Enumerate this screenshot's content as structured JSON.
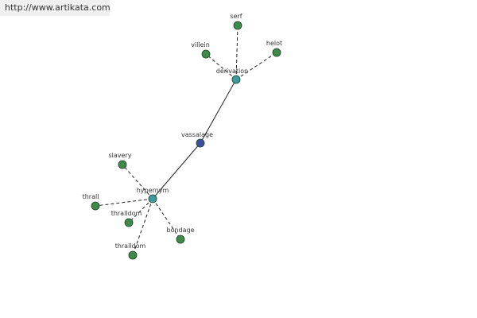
{
  "header": {
    "source_url": "http://www.artikata.com"
  },
  "colors": {
    "center_node": "#3f4f9e",
    "relation_node": "#3f9aa0",
    "term_node": "#3e8a4a",
    "node_stroke": "#1f3f27",
    "edge": "#222222"
  },
  "graph": {
    "nodes": [
      {
        "id": "vassalage",
        "label": "vassalage",
        "kind": "center"
      },
      {
        "id": "derivation",
        "label": "derivation",
        "kind": "relation"
      },
      {
        "id": "hypernym",
        "label": "hypernym",
        "kind": "relation"
      },
      {
        "id": "serf",
        "label": "serf",
        "kind": "term"
      },
      {
        "id": "villein",
        "label": "villein",
        "kind": "term"
      },
      {
        "id": "helot",
        "label": "helot",
        "kind": "term"
      },
      {
        "id": "slavery",
        "label": "slavery",
        "kind": "term"
      },
      {
        "id": "thrall",
        "label": "thrall",
        "kind": "term"
      },
      {
        "id": "thralldom1",
        "label": "thralldom",
        "kind": "term"
      },
      {
        "id": "thralldom2",
        "label": "thralldom",
        "kind": "term"
      },
      {
        "id": "bondage",
        "label": "bondage",
        "kind": "term"
      }
    ],
    "edges": [
      {
        "from": "vassalage",
        "to": "derivation",
        "style": "solid"
      },
      {
        "from": "vassalage",
        "to": "hypernym",
        "style": "solid"
      },
      {
        "from": "derivation",
        "to": "serf",
        "style": "dashed"
      },
      {
        "from": "derivation",
        "to": "villein",
        "style": "dashed"
      },
      {
        "from": "derivation",
        "to": "helot",
        "style": "dashed"
      },
      {
        "from": "hypernym",
        "to": "slavery",
        "style": "dashed"
      },
      {
        "from": "hypernym",
        "to": "thrall",
        "style": "dashed"
      },
      {
        "from": "hypernym",
        "to": "thralldom1",
        "style": "dashed"
      },
      {
        "from": "hypernym",
        "to": "thralldom2",
        "style": "dashed"
      },
      {
        "from": "hypernym",
        "to": "bondage",
        "style": "dashed"
      }
    ]
  }
}
